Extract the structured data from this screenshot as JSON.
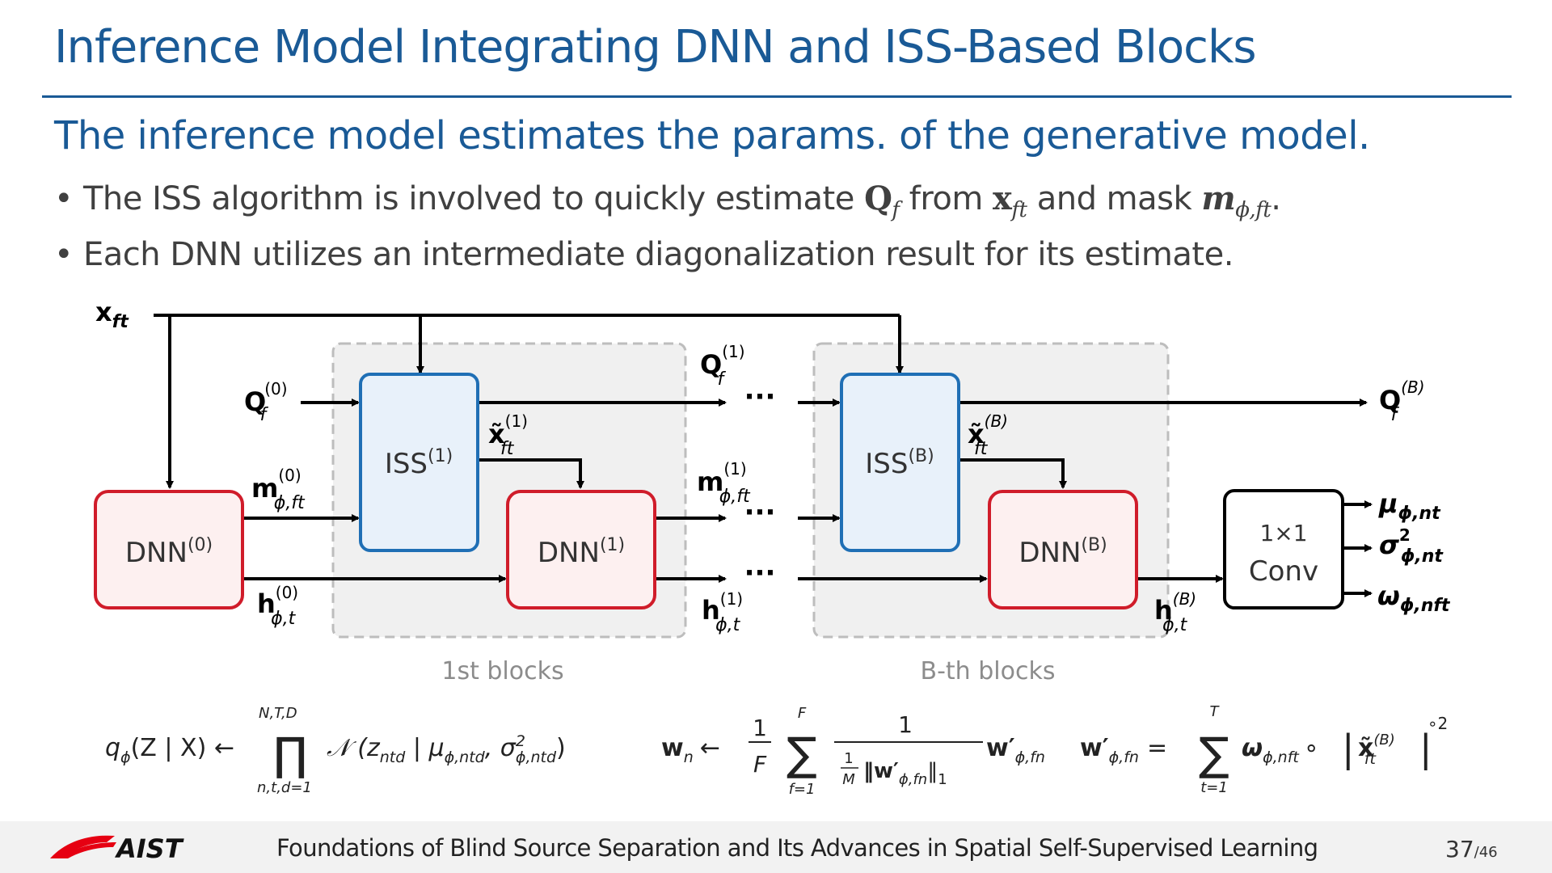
{
  "slide": {
    "title": "Inference Model Integrating DNN and ISS-Based Blocks",
    "subtitle": "The inference model estimates the params. of the generative model.",
    "bullets": [
      {
        "pre": "The ISS algorithm is involved to quickly estimate ",
        "sym1": "Q",
        "sym1_sub": "f",
        "mid": " from ",
        "sym2": "x",
        "sym2_sub": "ft",
        "post": " and mask ",
        "sym3": "m",
        "sym3_sub": "ϕ,ft",
        "end": "."
      },
      {
        "text": "Each DNN utilizes an intermediate diagonalization result for its estimate."
      }
    ]
  },
  "diagram": {
    "input_x": "x",
    "input_x_sub": "ft",
    "blocks": {
      "dnn0": "DNN",
      "dnn0_sup": "(0)",
      "iss1": "ISS",
      "iss1_sup": "(1)",
      "dnn1": "DNN",
      "dnn1_sup": "(1)",
      "issB": "ISS",
      "issB_sup": "(B)",
      "dnnB": "DNN",
      "dnnB_sup": "(B)",
      "conv_line1": "1×1",
      "conv_line2": "Conv"
    },
    "signals": {
      "q0": "Q",
      "q0_sup": "(0)",
      "q0_sub": "f",
      "m0": "m",
      "m0_sup": "(0)",
      "m0_sub": "ϕ,ft",
      "h0": "h",
      "h0_sup": "(0)",
      "h0_sub": "ϕ,t",
      "xt1": "x̃",
      "xt1_sup": "(1)",
      "xt1_sub": "ft",
      "q1": "Q",
      "q1_sup": "(1)",
      "q1_sub": "f",
      "m1": "m",
      "m1_sup": "(1)",
      "m1_sub": "ϕ,ft",
      "h1": "h",
      "h1_sup": "(1)",
      "h1_sub": "ϕ,t",
      "xtB": "x̃",
      "xtB_sup": "(B)",
      "xtB_sub": "ft",
      "qB": "Q",
      "qB_sup": "(B)",
      "qB_sub": "f",
      "hB": "h",
      "hB_sup": "(B)",
      "hB_sub": "ϕ,t",
      "mu": "μ",
      "mu_sub": "ϕ,nt",
      "sigma": "σ",
      "sigma_sup": "2",
      "sigma_sub": "ϕ,nt",
      "omega": "ω",
      "omega_sub": "ϕ,nft"
    },
    "ellipsis": "···",
    "group_labels": {
      "first": "1st blocks",
      "bth": "B-th  blocks"
    },
    "colors": {
      "iss_border": "#1f6fb5",
      "iss_fill": "#e8f1fa",
      "dnn_border": "#d01c2a",
      "dnn_fill": "#fdf0f0",
      "group_fill": "#f0f0f0",
      "group_border": "#bdbdbd"
    }
  },
  "equations": {
    "eq1_lhs": "q",
    "eq1_lhs_sub": "ϕ",
    "eq1_args": "(Z | X) ←",
    "eq1_prod": "∏",
    "eq1_prod_top": "N,T,D",
    "eq1_prod_bottom": "n,t,d=1",
    "eq1_rhs": "𝒩 (z",
    "eq1_rhs_sub1": "ntd",
    "eq1_rhs_mid": " | μ",
    "eq1_rhs_sub2": "ϕ,ntd",
    "eq1_rhs_mid2": ", σ",
    "eq1_rhs_sup3": "2",
    "eq1_rhs_sub3": "ϕ,ntd",
    "eq1_rhs_end": ")",
    "eq2_lhs": "w",
    "eq2_lhs_sub": "n",
    "eq2_arrow": "←",
    "eq2_frac_num": "1",
    "eq2_frac_den": "F",
    "eq2_sum": "∑",
    "eq2_sum_top": "F",
    "eq2_sum_bottom": "f=1",
    "eq2_inner_num": "1",
    "eq2_inner_den_frac_num": "1",
    "eq2_inner_den_frac_den": "M",
    "eq2_inner_den_norm": "‖w′",
    "eq2_inner_den_norm_sub": "ϕ,fn",
    "eq2_inner_den_norm_end": "‖",
    "eq2_inner_den_norm_end_sub": "1",
    "eq2_term": "w′",
    "eq2_term_sub": "ϕ,fn",
    "eq3_lhs": "w′",
    "eq3_lhs_sub": "ϕ,fn",
    "eq3_eq": "=",
    "eq3_sum": "∑",
    "eq3_sum_top": "T",
    "eq3_sum_bottom": "t=1",
    "eq3_omega": "ω",
    "eq3_omega_sub": "ϕ,nft",
    "eq3_circ": "∘",
    "eq3_abs_open": "|",
    "eq3_x": "x̃",
    "eq3_x_sup": "(B)",
    "eq3_x_sub": "ft",
    "eq3_abs_close": "|",
    "eq3_pow": "∘2"
  },
  "footer": {
    "logo_text": "AIST",
    "text": "Foundations of Blind Source Separation and Its Advances in Spatial Self-Supervised Learning",
    "page": "37",
    "total": "/46"
  }
}
